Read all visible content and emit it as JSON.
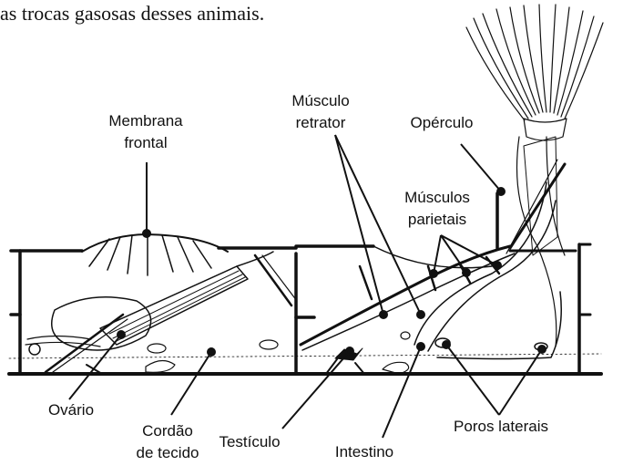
{
  "caption": "as trocas gasosas desses animais.",
  "labels": {
    "membrana_l1": "Membrana",
    "membrana_l2": "frontal",
    "musculo_retrator_l1": "Músculo",
    "musculo_retrator_l2": "retrator",
    "operculo": "Opérculo",
    "musculos_parietais_l1": "Músculos",
    "musculos_parietais_l2": "parietais",
    "ovario": "Ovário",
    "cordao_l1": "Cordão",
    "cordao_l2": "de tecido",
    "testiculo": "Testículo",
    "intestino": "Intestino",
    "poros_laterais": "Poros laterais"
  },
  "colors": {
    "ink": "#111111",
    "background": "#ffffff"
  }
}
